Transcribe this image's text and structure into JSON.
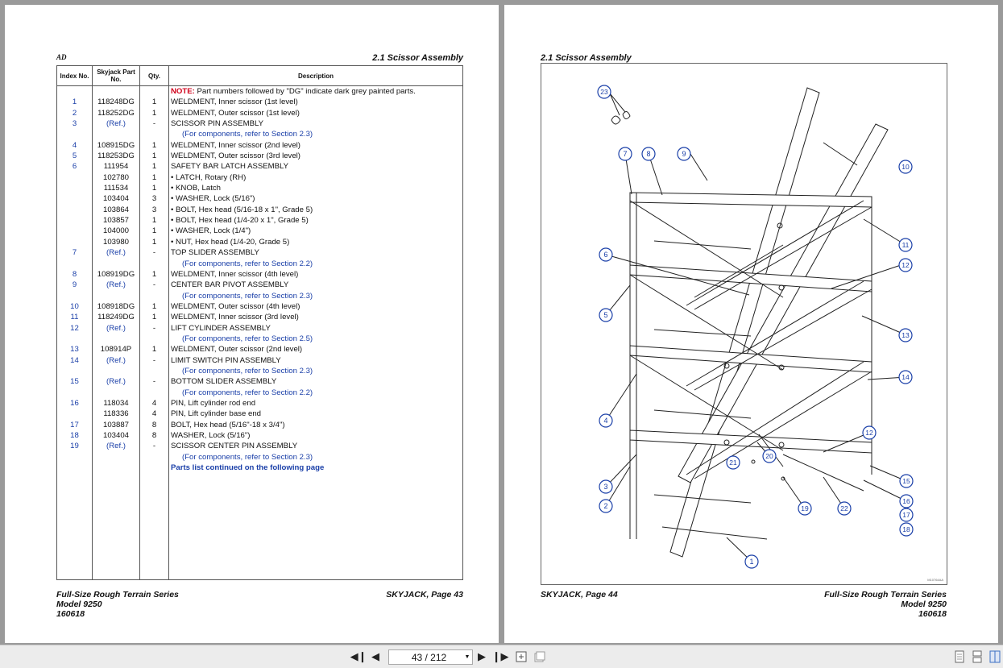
{
  "left_page": {
    "header_left": "AD",
    "header_right": "2.1  Scissor Assembly",
    "table_headers": {
      "index": "Index No.",
      "part": "Skyjack Part No.",
      "qty": "Qty.",
      "desc": "Description"
    },
    "note_label": "NOTE:",
    "note_text": " Part numbers followed by \"DG\" indicate dark grey painted parts.",
    "rows": [
      {
        "i": "1",
        "p": "118248DG",
        "q": "1",
        "d": "WELDMENT, Inner scissor (1st level)"
      },
      {
        "i": "2",
        "p": "118252DG",
        "q": "1",
        "d": "WELDMENT, Outer scissor (1st level)"
      },
      {
        "i": "3",
        "p": "(Ref.)",
        "q": "-",
        "d": "SCISSOR PIN ASSEMBLY",
        "s": "(For components, refer to Section 2.3)"
      },
      {
        "i": "4",
        "p": "108915DG",
        "q": "1",
        "d": "WELDMENT, Inner scissor (2nd level)"
      },
      {
        "i": "5",
        "p": "118253DG",
        "q": "1",
        "d": "WELDMENT, Outer scissor (3rd level)"
      },
      {
        "i": "6",
        "p": "111954",
        "q": "1",
        "d": "SAFETY BAR LATCH ASSEMBLY"
      },
      {
        "i": "",
        "p": "102780",
        "q": "1",
        "d": "•  LATCH, Rotary (RH)"
      },
      {
        "i": "",
        "p": "111534",
        "q": "1",
        "d": "•  KNOB, Latch"
      },
      {
        "i": "",
        "p": "103404",
        "q": "3",
        "d": "•  WASHER, Lock (5/16\")"
      },
      {
        "i": "",
        "p": "103864",
        "q": "3",
        "d": "•  BOLT, Hex head (5/16-18 x 1\", Grade 5)"
      },
      {
        "i": "",
        "p": "103857",
        "q": "1",
        "d": "•  BOLT, Hex head (1/4-20 x 1\", Grade 5)"
      },
      {
        "i": "",
        "p": "104000",
        "q": "1",
        "d": "•  WASHER, Lock (1/4\")"
      },
      {
        "i": "",
        "p": "103980",
        "q": "1",
        "d": "•  NUT, Hex head (1/4-20, Grade 5)"
      },
      {
        "i": "7",
        "p": "(Ref.)",
        "q": "-",
        "d": "TOP SLIDER ASSEMBLY",
        "s": "(For components, refer to Section 2.2)"
      },
      {
        "i": "8",
        "p": "108919DG",
        "q": "1",
        "d": "WELDMENT, Inner scissor (4th level)"
      },
      {
        "i": "9",
        "p": "(Ref.)",
        "q": "-",
        "d": "CENTER BAR PIVOT ASSEMBLY",
        "s": "(For components, refer to Section 2.3)"
      },
      {
        "i": "10",
        "p": "108918DG",
        "q": "1",
        "d": "WELDMENT, Outer scissor (4th level)"
      },
      {
        "i": "11",
        "p": "118249DG",
        "q": "1",
        "d": "WELDMENT, Inner scissor (3rd level)"
      },
      {
        "i": "12",
        "p": "(Ref.)",
        "q": "-",
        "d": "LIFT CYLINDER ASSEMBLY",
        "s": "(For components, refer to Section 2.5)"
      },
      {
        "i": "13",
        "p": "108914P",
        "q": "1",
        "d": "WELDMENT, Outer scissor (2nd level)"
      },
      {
        "i": "14",
        "p": "(Ref.)",
        "q": "-",
        "d": "LIMIT SWITCH PIN ASSEMBLY",
        "s": "(For components, refer to Section 2.3)"
      },
      {
        "i": "15",
        "p": "(Ref.)",
        "q": "-",
        "d": "BOTTOM SLIDER ASSEMBLY",
        "s": "(For components, refer to Section 2.2)"
      },
      {
        "i": "16",
        "p": "118034",
        "q": "4",
        "d": "PIN, Lift cylinder rod end"
      },
      {
        "i": "",
        "p": "118336",
        "q": "4",
        "d": "PIN, Lift cylinder base end"
      },
      {
        "i": "17",
        "p": "103887",
        "q": "8",
        "d": "BOLT, Hex head (5/16\"-18 x 3/4\")"
      },
      {
        "i": "18",
        "p": "103404",
        "q": "8",
        "d": "WASHER, Lock (5/16\")"
      },
      {
        "i": "19",
        "p": "(Ref.)",
        "q": "-",
        "d": "SCISSOR CENTER PIN ASSEMBLY",
        "s": "(For components, refer to Section 2.3)"
      }
    ],
    "continued": "Parts list continued on the following page",
    "footer_series": "Full-Size Rough Terrain Series",
    "footer_model": "Model 9250",
    "footer_date": "160618",
    "footer_page": "SKYJACK, Page 43"
  },
  "right_page": {
    "header": "2.1  Scissor Assembly",
    "figure_code": "M10764AA",
    "callouts": [
      "1",
      "2",
      "3",
      "4",
      "5",
      "6",
      "7",
      "8",
      "9",
      "10",
      "11",
      "12",
      "12",
      "13",
      "14",
      "15",
      "16",
      "17",
      "18",
      "19",
      "20",
      "21",
      "22",
      "23"
    ],
    "footer_page": "SKYJACK, Page 44",
    "footer_series": "Full-Size Rough Terrain Series",
    "footer_model": "Model 9250",
    "footer_date": "160618"
  },
  "toolbar": {
    "page_value": "43 / 212",
    "icons": [
      "first-page-icon",
      "prev-page-icon",
      "next-page-icon",
      "last-page-icon",
      "fit-page-icon",
      "two-page-icon",
      "single-page-view-icon",
      "continuous-view-icon",
      "facing-view-icon"
    ]
  }
}
